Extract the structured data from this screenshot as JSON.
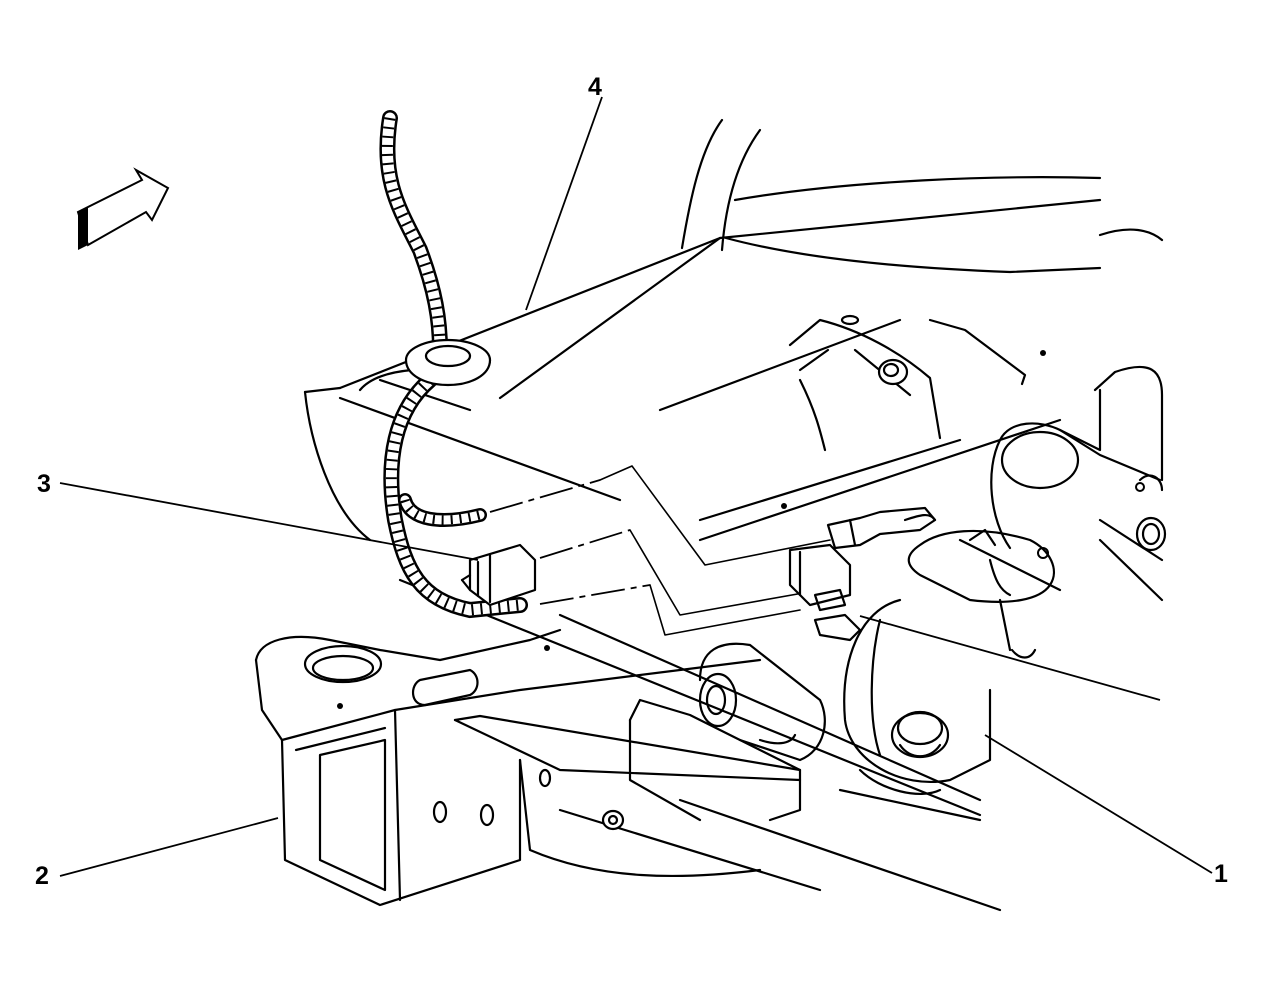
{
  "figure": {
    "callouts": [
      {
        "id": "1",
        "label": "1"
      },
      {
        "id": "2",
        "label": "2"
      },
      {
        "id": "3",
        "label": "3"
      },
      {
        "id": "4",
        "label": "4"
      }
    ],
    "direction_arrow_icon": "forward-arrow-icon"
  }
}
